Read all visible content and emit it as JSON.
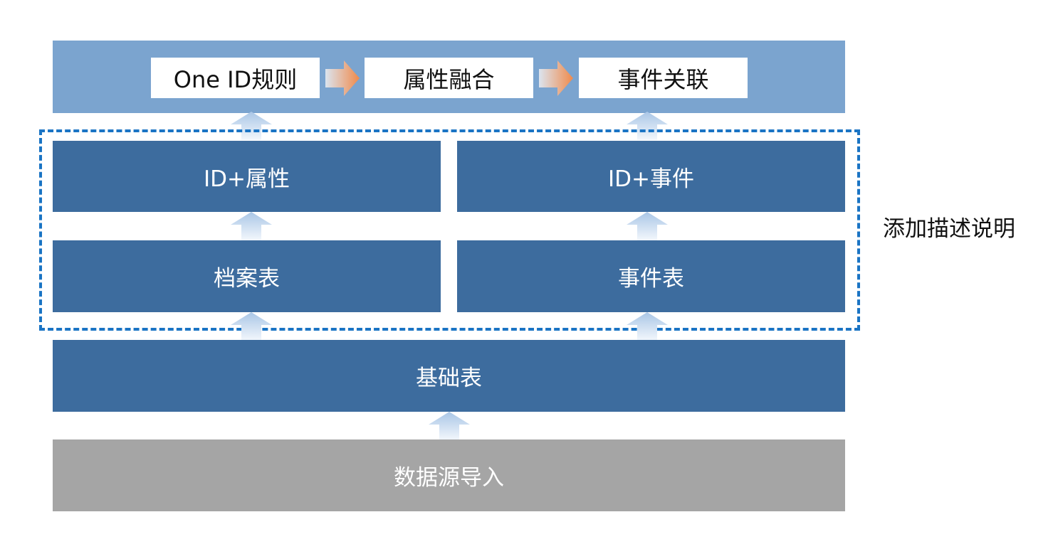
{
  "top_band": {
    "steps": [
      "One ID规则",
      "属性融合",
      "事件关联"
    ]
  },
  "middle": {
    "left_upper": "ID+属性",
    "right_upper": "ID+事件",
    "left_lower": "档案表",
    "right_lower": "事件表"
  },
  "base_table": "基础表",
  "data_source": "数据源导入",
  "side_note": "添加描述说明",
  "colors": {
    "top_band": "#7ba4cf",
    "block": "#3d6c9e",
    "source": "#a5a5a5",
    "dashed_border": "#1a74c4",
    "flow_arrow": "#f08a4b",
    "up_arrow": "#c7dbef"
  }
}
